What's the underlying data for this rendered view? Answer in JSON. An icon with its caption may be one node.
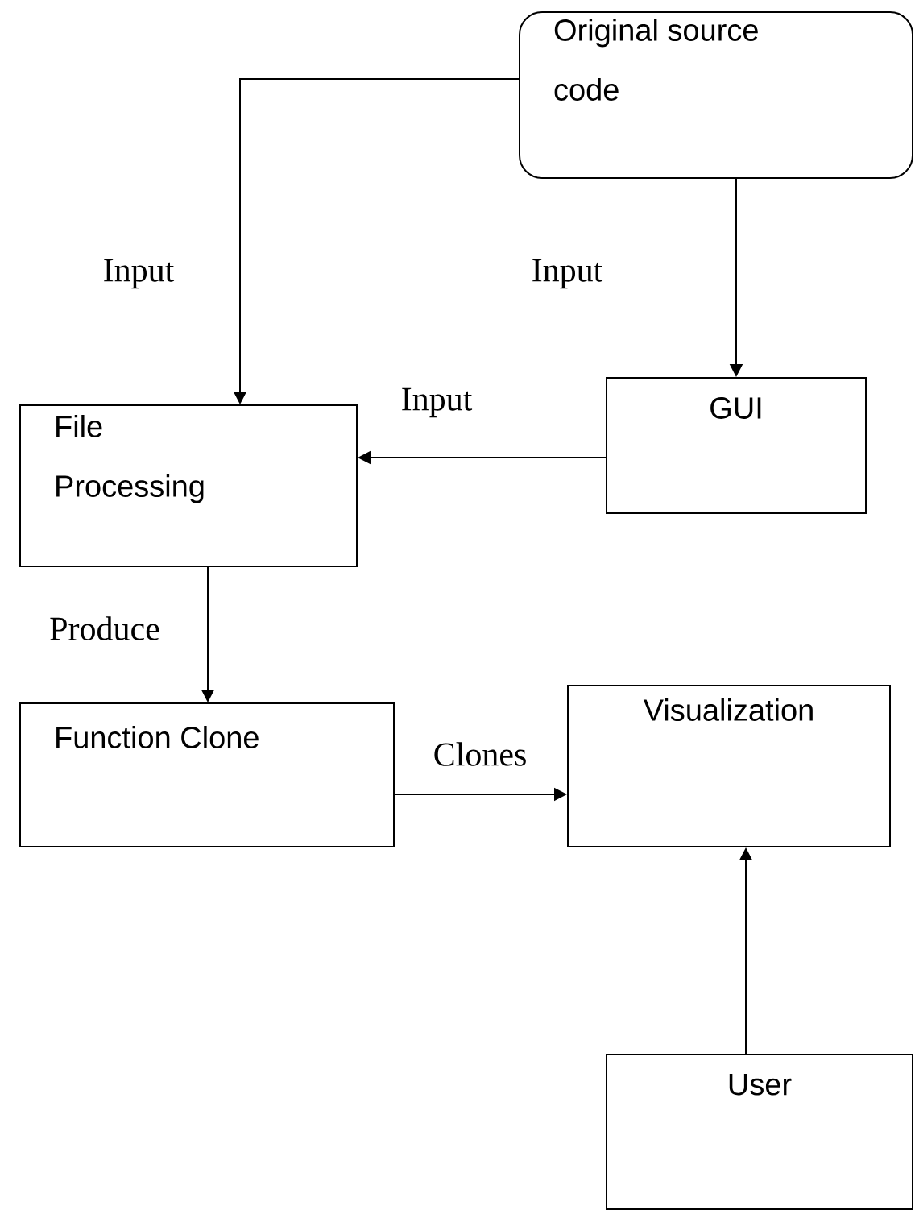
{
  "diagram": {
    "nodes": [
      {
        "text": [
          "Original source code"
        ]
      },
      {
        "text": [
          "GUI"
        ]
      },
      {
        "text": [
          "File Processing"
        ]
      },
      {
        "text": [
          "Function Clone"
        ]
      },
      {
        "text": [
          "Visualization"
        ]
      },
      {
        "text": [
          "User"
        ]
      }
    ],
    "edges": [
      {
        "from": 0,
        "to": 2,
        "arrow": "to",
        "label": "Input"
      },
      {
        "from": 0,
        "to": 1,
        "arrow": "to",
        "label": "Input"
      },
      {
        "from": 1,
        "to": 2,
        "arrow": "to",
        "label": "Input"
      },
      {
        "from": 2,
        "to": 3,
        "arrow": "to",
        "label": "Produce"
      },
      {
        "from": 3,
        "to": 4,
        "arrow": "to",
        "label": "Clones"
      },
      {
        "from": 5,
        "to": 4,
        "arrow": "to"
      }
    ]
  }
}
